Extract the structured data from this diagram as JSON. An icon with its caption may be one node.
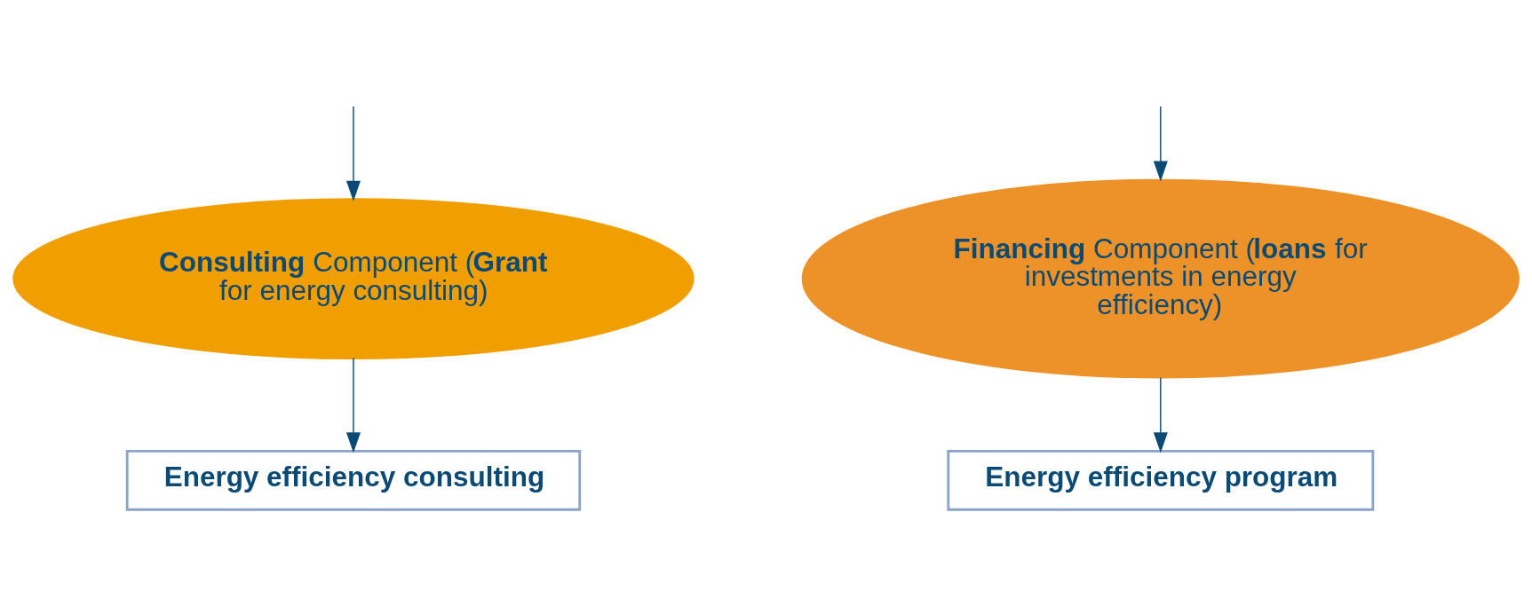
{
  "diagram": {
    "nodes": [
      {
        "text": [
          "**Consulting** Component (**Grant** for energy consulting)"
        ]
      },
      {
        "text": [
          "**Financing** Component (**loans** for investments in energy efficiency)"
        ]
      },
      {
        "text": [
          "Energy efficiency consulting"
        ]
      },
      {
        "text": [
          "Energy efficiency program"
        ]
      }
    ],
    "edges": [
      {
        "from": null,
        "to": 0,
        "arrow": "to"
      },
      {
        "from": null,
        "to": 1,
        "arrow": "to"
      },
      {
        "from": 0,
        "to": 2,
        "arrow": "to"
      },
      {
        "from": 1,
        "to": 3,
        "arrow": "to"
      }
    ]
  }
}
